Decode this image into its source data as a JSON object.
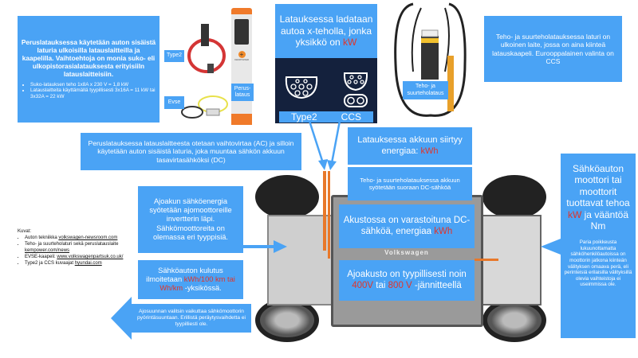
{
  "basic_box": {
    "text": "Peruslatauksessa käytetään auton sisäistä laturia ulkoisilla latauslaitteilla ja kaapelilla. Vaihtoehtoja on monia suko- eli ulkopistorasialatauksesta erityisiiln latauslaitteisiin.",
    "bullets": [
      "Suko-latauksen teho 1x8A x 230 V = 1,8 kW",
      "Latauslaitteita käyttämällä tyypillisesti 3x16A = 11 kW tai 3x32A = 22 kW"
    ]
  },
  "labels": {
    "type2": "Type2",
    "evse": "Evse",
    "perus": "Perus-lataus",
    "teho": "Teho- ja suurteholataus",
    "charger_brand": "KEMPOWER"
  },
  "power_box": {
    "text": "Latauksessa ladataan autoa x-teholla, jonka yksikkö on",
    "unit": "kW",
    "connectors": [
      "Type2",
      "CCS"
    ]
  },
  "external_box": {
    "text": "Teho- ja suurteholatauksessa laturi on ulkoinen laite, jossa on aina kiinteä latauskaapeli. Eurooppalainen valinta on CCS"
  },
  "ac_box": {
    "text": "Peruslatauksessa latauslaitteesta otetaan vaihtovirtaa (AC) ja silloin käytetään auton sisäistä laturia, joka muuntaa sähkön akkuun tasavirtasähköksi (DC)"
  },
  "energy_box": {
    "text": "Latauksessa akkuun siirtyy energiaa:",
    "unit": "kWh"
  },
  "dc_box": {
    "text": "Teho- ja suurteholatauksessa akkuun syötetään suoraan DC-sähköä"
  },
  "inverter_box": {
    "text": "Ajoakun sähköenergia syötetään ajomoottoreille invertterin läpi. Sähkömoottoreita on olemassa eri tyyppisiä."
  },
  "consumption_box": {
    "pre": "Sähköauton kulutus ilmoitetaan",
    "unit": "kWh/100 km tai Wh/km",
    "post": "-yksikössä."
  },
  "direction_arrow": {
    "text": "Ajosuunnan valitsin vaikuttaa sähkömoottorin pyörintäsuuntaan. Erillistä peräytysvaihdetta ei tyypilliesti ole."
  },
  "battery_box": {
    "text": "Akustossa on varastoituna DC-sähköä, energiaa",
    "unit": "kWh"
  },
  "battery_brand": "Volkswagen",
  "voltage_box": {
    "pre": "Ajoakusto on tyypillisesti noin",
    "v1": "400V",
    "mid": "tai",
    "v2": "800 V",
    "post": "-jännitteellä"
  },
  "motor_box": {
    "pre": "Sähköauton moottori tai moottorit tuottavat tehoa",
    "unit": "kW",
    "post": "ja vääntöä Nm",
    "note": "Paria poikkeusta lukuunottamatta sähköhenkilöautoissa on moottorin jatkona kiinteän välityksen omaava perä, eli perinteisiä erilaisilla välityksillä olevia vaihteistoja ei useimmissa ole."
  },
  "credits": {
    "title": "Kuvat:",
    "items": [
      {
        "text": "Auton tekniikka ",
        "link": "volkswagen-newsroom.com"
      },
      {
        "text": "Teho- ja suurteholaturi sekä peruslatauslaite ",
        "link": "kempower.com/news"
      },
      {
        "text": "EVSE-kaapeli: ",
        "link": "www.volkswagenpartsuk.co.uk/"
      },
      {
        "text": "Type2 ja CCS kuvaajat ",
        "link": "hyundai.com"
      }
    ]
  },
  "colors": {
    "box": "#4aa3f5",
    "accent": "#e0352b",
    "panel": "#14213d"
  }
}
